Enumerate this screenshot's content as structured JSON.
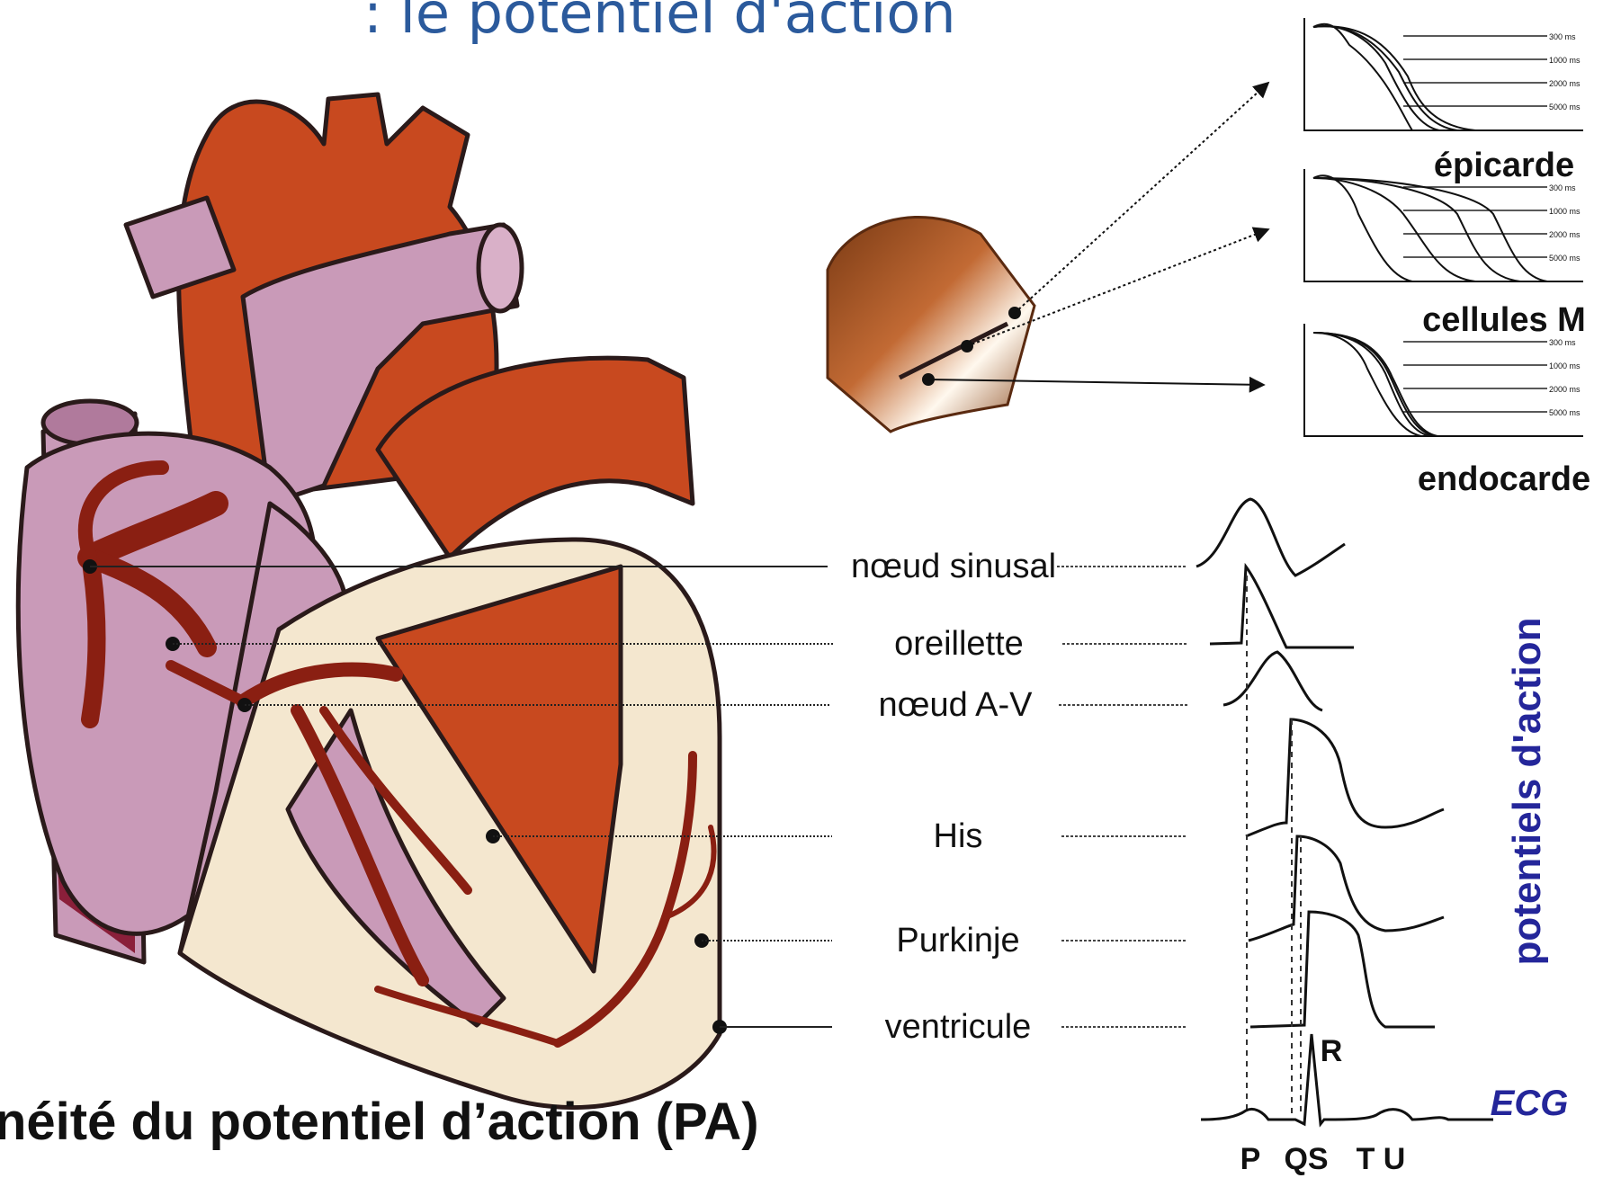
{
  "slide": {
    "title": ": le potentiel d'action",
    "caption": "néité du potentiel d’action (PA)"
  },
  "colors": {
    "title_blue": "#2b5a9c",
    "vertical_label_blue": "#24269a",
    "muscle_red": "#c8491f",
    "atrium_pink": "#c99ab8",
    "conduction_brown": "#8a1f12",
    "ventricle_cream": "#f4e7cf"
  },
  "heart_figure": {
    "structures": [
      {
        "key": "sinus",
        "label": "nœud sinusal"
      },
      {
        "key": "atrium",
        "label": "oreillette"
      },
      {
        "key": "av",
        "label": "nœud A-V"
      },
      {
        "key": "his",
        "label": "His"
      },
      {
        "key": "purkinje",
        "label": "Purkinje"
      },
      {
        "key": "ventricle",
        "label": "ventricule"
      }
    ],
    "vertical_label": "potentiels d'action",
    "ecg_label": "ECG",
    "ecg_waves": [
      "P",
      "QS",
      "T",
      "U",
      "R"
    ]
  },
  "wall_layers": {
    "items": [
      {
        "label": "épicarde",
        "cycle_labels": [
          "300 ms",
          "1000 ms",
          "2000 ms",
          "5000 ms"
        ]
      },
      {
        "label": "cellules M",
        "cycle_labels": [
          "300 ms",
          "1000 ms",
          "2000 ms",
          "5000 ms"
        ]
      },
      {
        "label": "endocarde",
        "cycle_labels": [
          "300 ms",
          "1000 ms",
          "2000 ms",
          "5000 ms"
        ]
      }
    ]
  }
}
